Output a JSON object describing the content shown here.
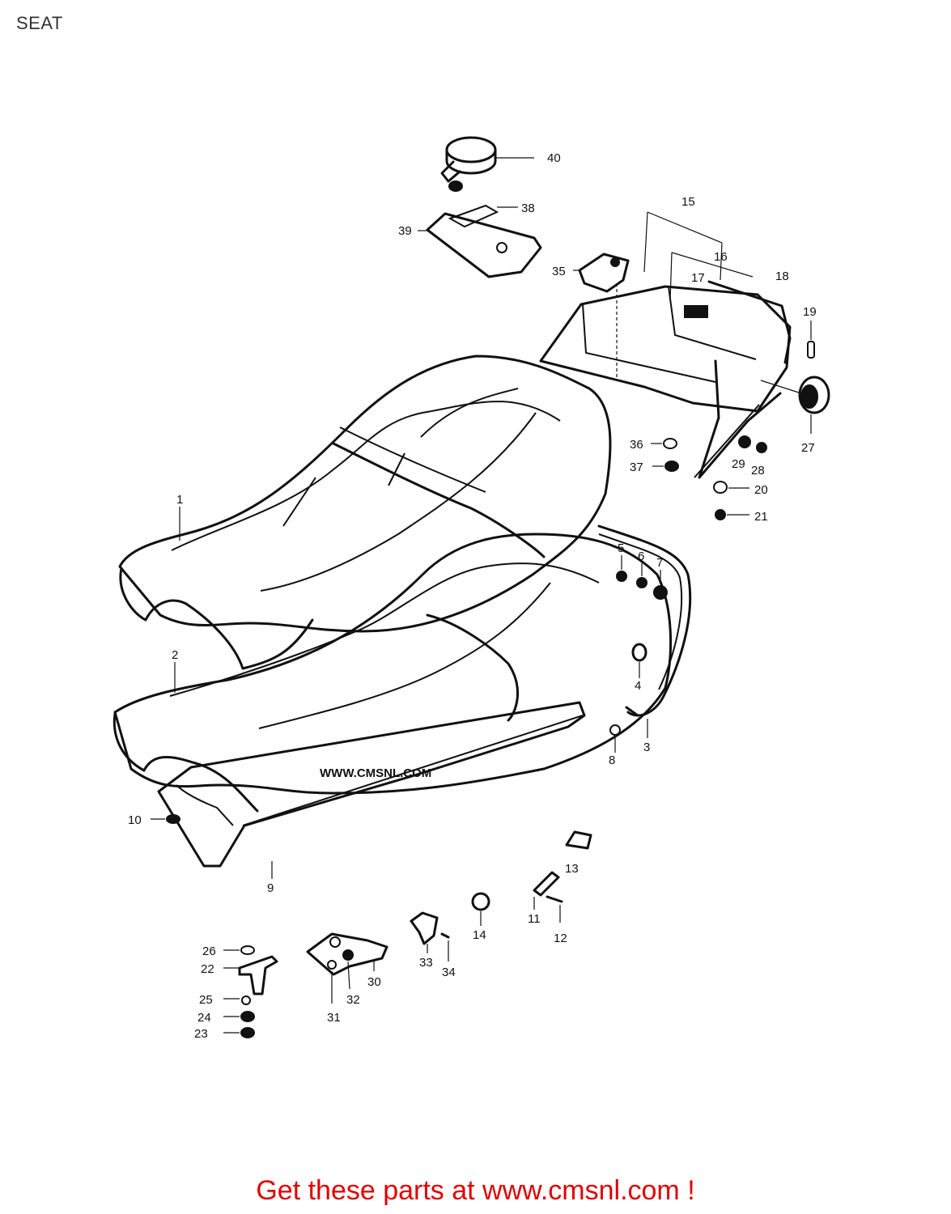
{
  "page": {
    "title": "SEAT",
    "footer_text": "Get these parts at www.cmsnl.com !",
    "watermark_text": "WWW.CMSNL.COM"
  },
  "colors": {
    "title": "#333333",
    "footer": "#e00000",
    "line_art": "#111111",
    "watermark": "#d9d9d9"
  },
  "callouts": [
    {
      "id": "c1",
      "label": "1"
    },
    {
      "id": "c2",
      "label": "2"
    },
    {
      "id": "c3",
      "label": "3"
    },
    {
      "id": "c4",
      "label": "4"
    },
    {
      "id": "c5",
      "label": "5"
    },
    {
      "id": "c6",
      "label": "6"
    },
    {
      "id": "c7",
      "label": "7"
    },
    {
      "id": "c8",
      "label": "8"
    },
    {
      "id": "c9",
      "label": "9"
    },
    {
      "id": "c10",
      "label": "10"
    },
    {
      "id": "c11",
      "label": "11"
    },
    {
      "id": "c12",
      "label": "12"
    },
    {
      "id": "c13",
      "label": "13"
    },
    {
      "id": "c14",
      "label": "14"
    },
    {
      "id": "c15",
      "label": "15"
    },
    {
      "id": "c16",
      "label": "16"
    },
    {
      "id": "c17",
      "label": "17"
    },
    {
      "id": "c18",
      "label": "18"
    },
    {
      "id": "c19",
      "label": "19"
    },
    {
      "id": "c20",
      "label": "20"
    },
    {
      "id": "c21",
      "label": "21"
    },
    {
      "id": "c22",
      "label": "22"
    },
    {
      "id": "c23",
      "label": "23"
    },
    {
      "id": "c24",
      "label": "24"
    },
    {
      "id": "c25",
      "label": "25"
    },
    {
      "id": "c26",
      "label": "26"
    },
    {
      "id": "c27",
      "label": "27"
    },
    {
      "id": "c28",
      "label": "28"
    },
    {
      "id": "c29",
      "label": "29"
    },
    {
      "id": "c30",
      "label": "30"
    },
    {
      "id": "c31",
      "label": "31"
    },
    {
      "id": "c32",
      "label": "32"
    },
    {
      "id": "c33",
      "label": "33"
    },
    {
      "id": "c34",
      "label": "34"
    },
    {
      "id": "c35",
      "label": "35"
    },
    {
      "id": "c36",
      "label": "36"
    },
    {
      "id": "c37",
      "label": "37"
    },
    {
      "id": "c38",
      "label": "38"
    },
    {
      "id": "c39",
      "label": "39"
    },
    {
      "id": "c40",
      "label": "40"
    }
  ]
}
